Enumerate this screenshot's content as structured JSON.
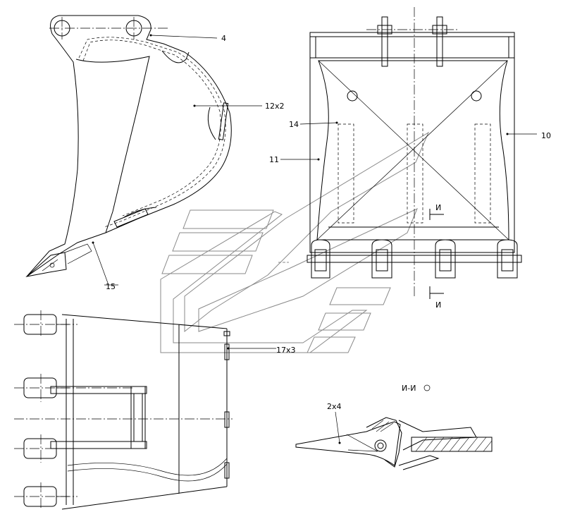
{
  "callouts": {
    "part_4": "4",
    "part_12x2": "12x2",
    "part_14": "14",
    "part_11": "11",
    "part_10": "10",
    "part_15": "15",
    "part_17x3": "17x3",
    "part_2x4": "2x4"
  },
  "section": {
    "marker_top": "И",
    "marker_bottom": "И",
    "view_title": "И-И"
  },
  "colors": {
    "line": "#000000",
    "watermark": "#8a8a8a",
    "background": "#ffffff"
  }
}
